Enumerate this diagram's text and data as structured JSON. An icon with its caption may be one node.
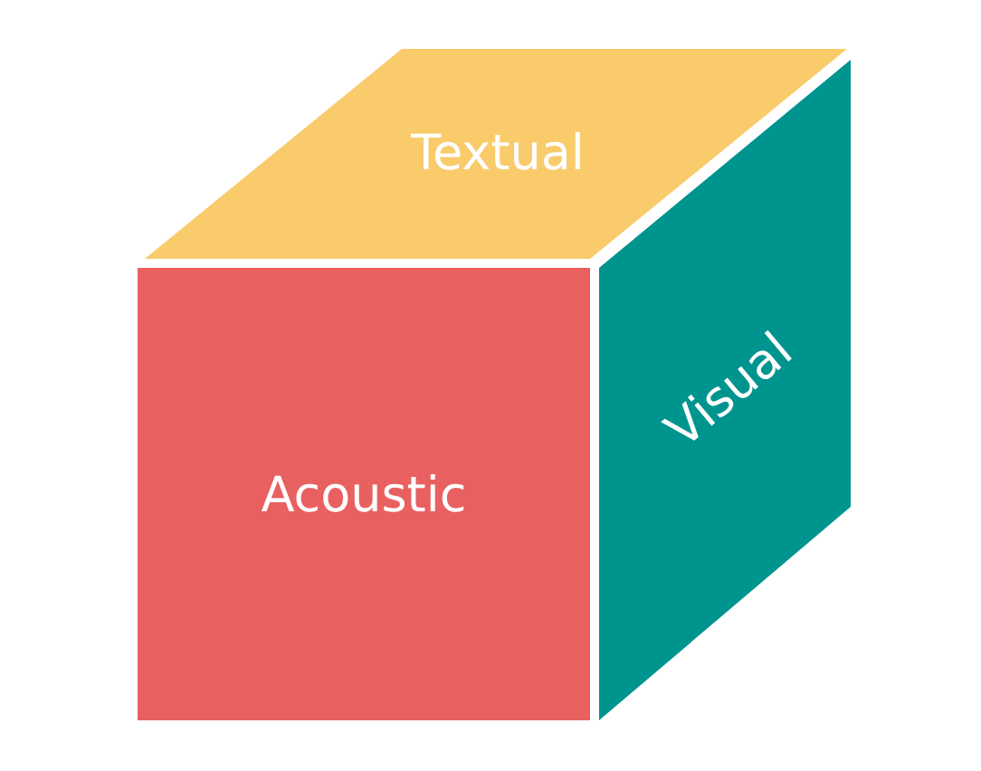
{
  "diagram": {
    "nodes": [
      {
        "text": [
          "Textual"
        ]
      },
      {
        "text": [
          "Acoustic"
        ]
      },
      {
        "text": [
          "Visual"
        ]
      }
    ]
  }
}
